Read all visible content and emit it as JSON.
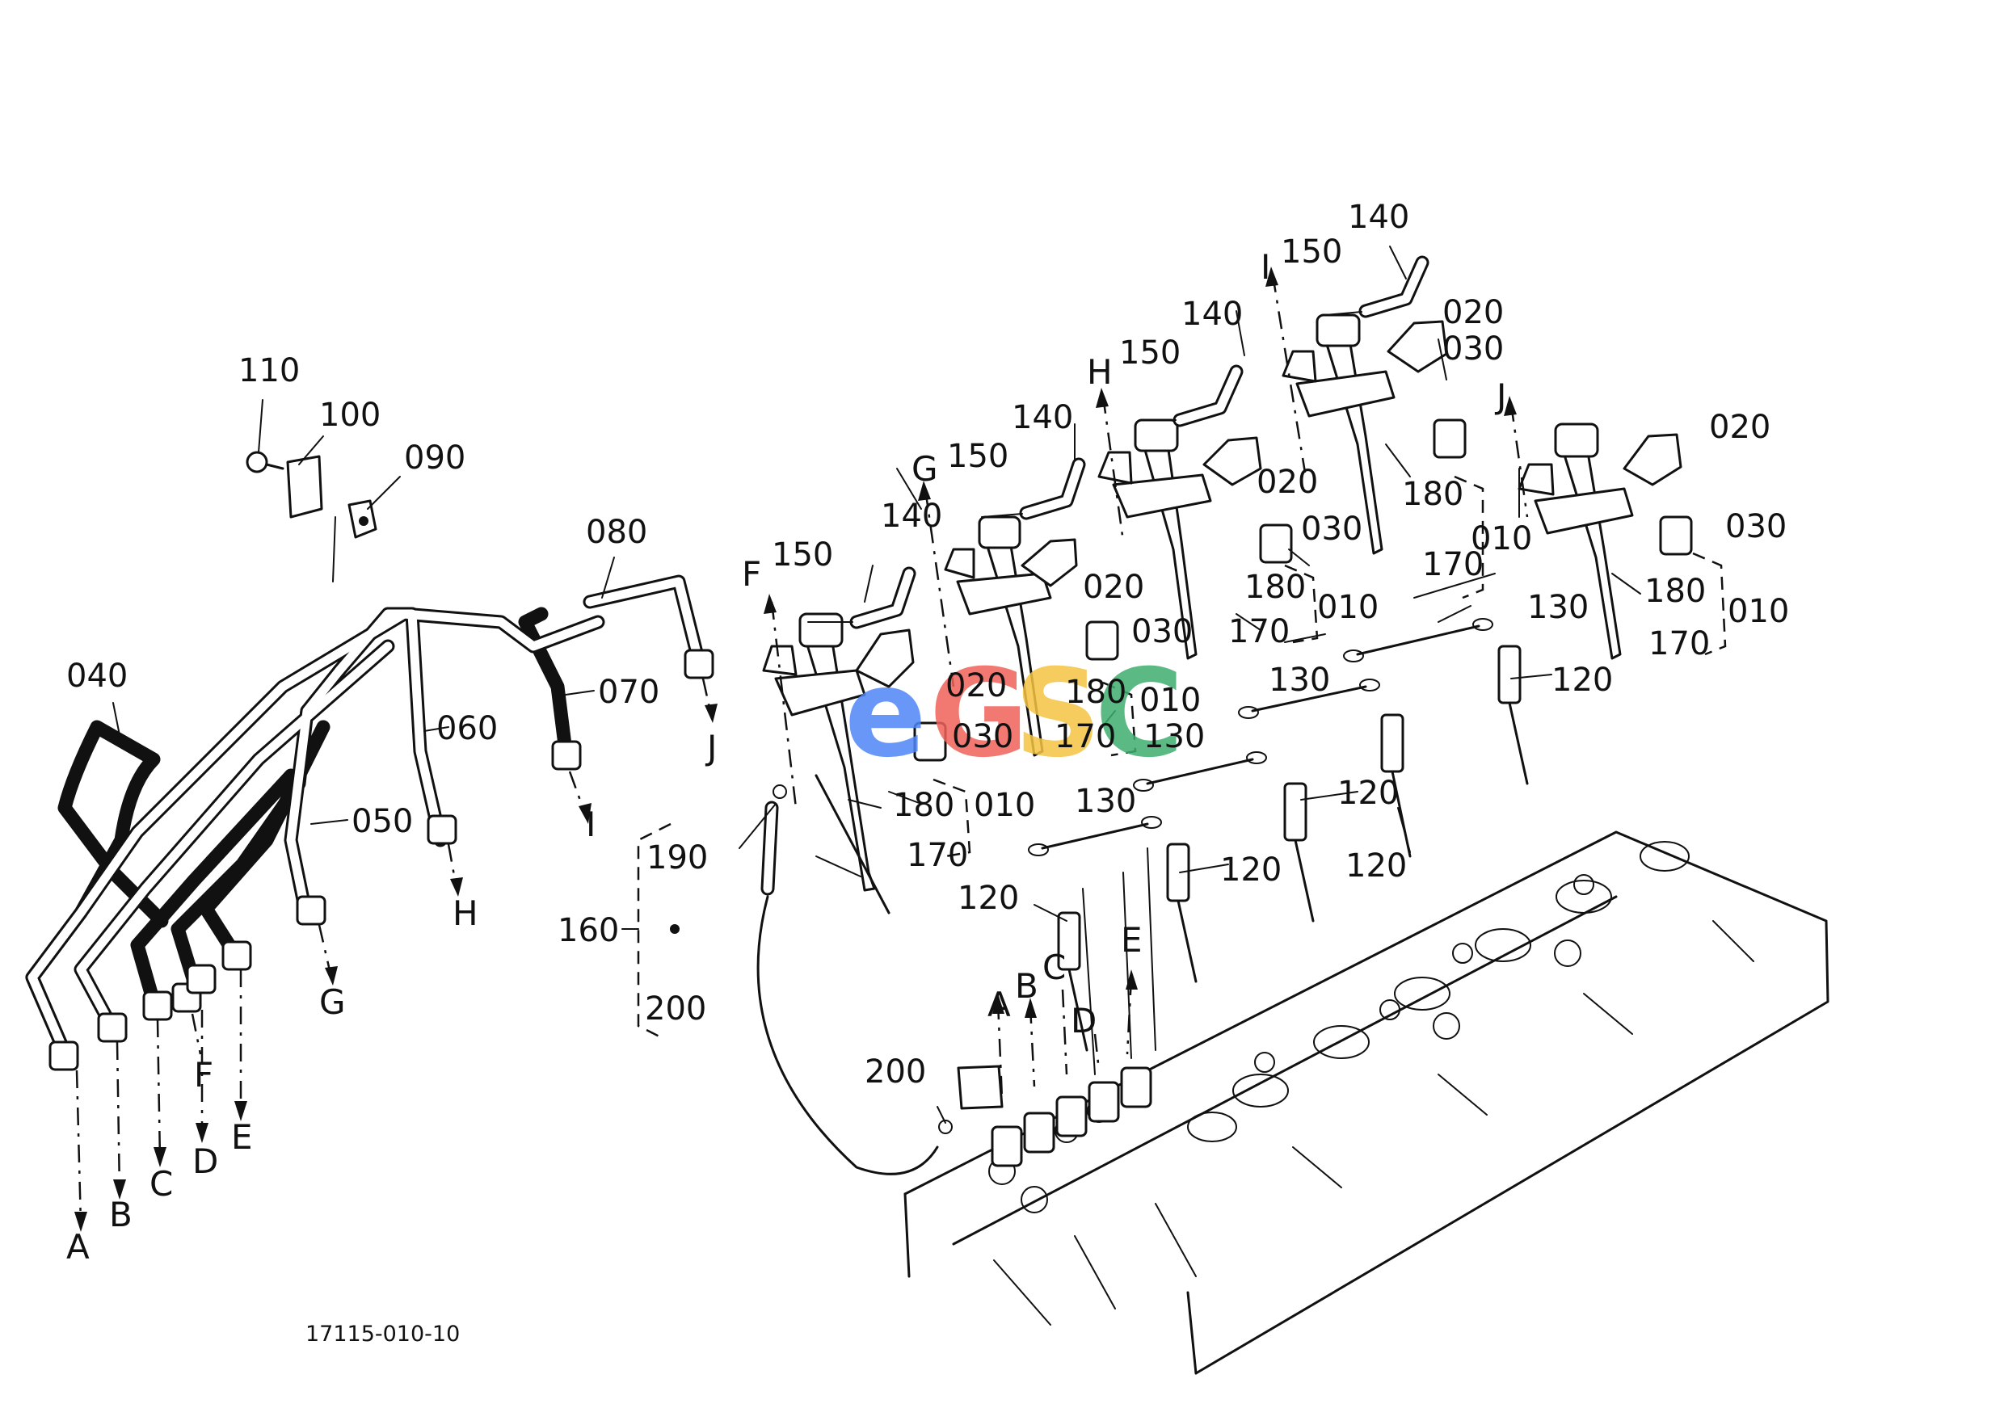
{
  "drawing_number": "17115-010-10",
  "watermark": {
    "letters": [
      "e",
      "G",
      "S",
      "C"
    ],
    "colors": [
      "#4f86f7",
      "#f0625a",
      "#f5c443",
      "#3fae6e"
    ]
  },
  "callouts": {
    "c010": "010",
    "c020": "020",
    "c030": "030",
    "c040": "040",
    "c050": "050",
    "c060": "060",
    "c070": "070",
    "c080": "080",
    "c090": "090",
    "c100": "100",
    "c110": "110",
    "c120": "120",
    "c130": "130",
    "c140": "140",
    "c150": "150",
    "c160": "160",
    "c170": "170",
    "c180": "180",
    "c190": "190",
    "c200": "200"
  },
  "connection_letters": [
    "A",
    "B",
    "C",
    "D",
    "E",
    "F",
    "G",
    "H",
    "I",
    "J"
  ]
}
